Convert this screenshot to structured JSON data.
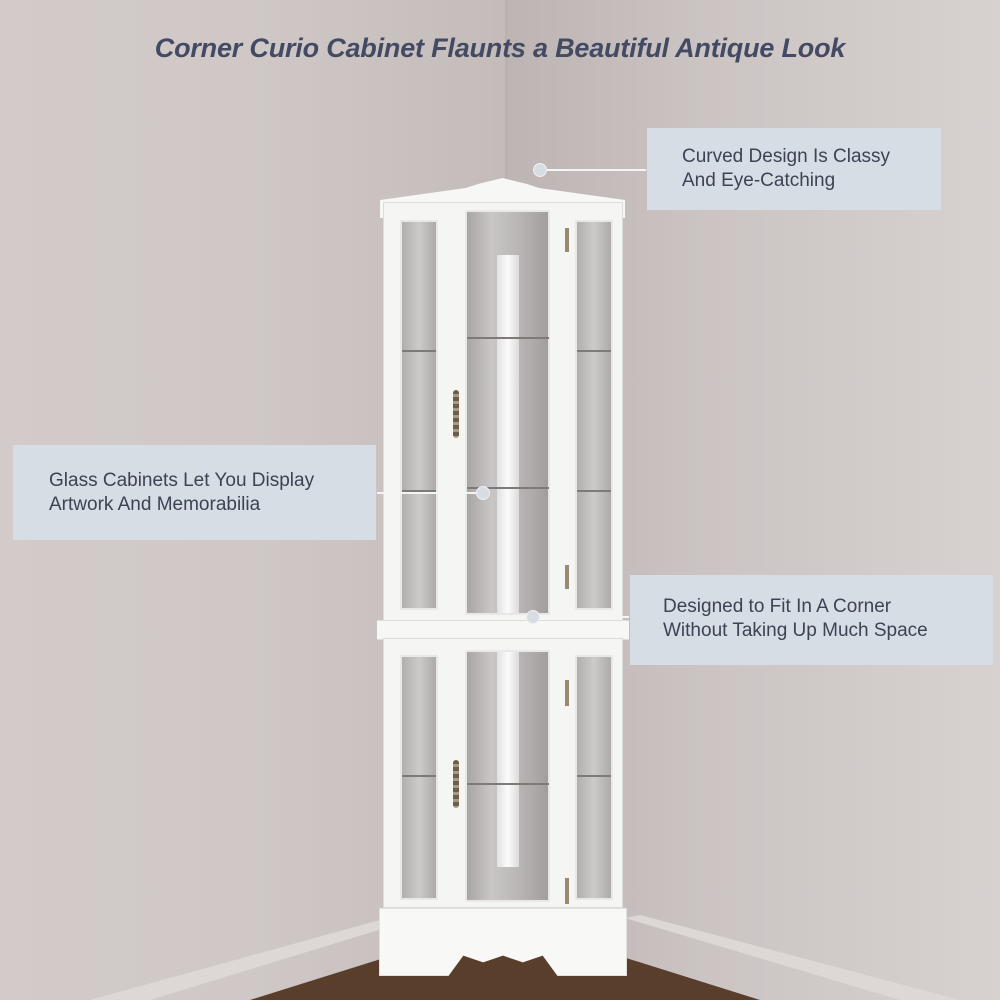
{
  "title": "Corner Curio Cabinet Flaunts a Beautiful Antique Look",
  "callouts": [
    {
      "id": "curved-design",
      "lines": [
        "Curved Design Is Classy",
        "And Eye-Catching"
      ]
    },
    {
      "id": "glass-cabinets",
      "lines": [
        "Glass Cabinets Let You Display",
        "Artwork And Memorabilia"
      ]
    },
    {
      "id": "corner-fit",
      "lines": [
        "Designed to Fit In A Corner",
        "Without Taking Up Much Space"
      ]
    }
  ],
  "colors": {
    "title": "#434a63",
    "callout_bg": "#d7dde4",
    "callout_text": "#3d4352",
    "wall": "#cbc4c2",
    "floor": "#5a3e2c",
    "cabinet": "#f5f5f4"
  }
}
